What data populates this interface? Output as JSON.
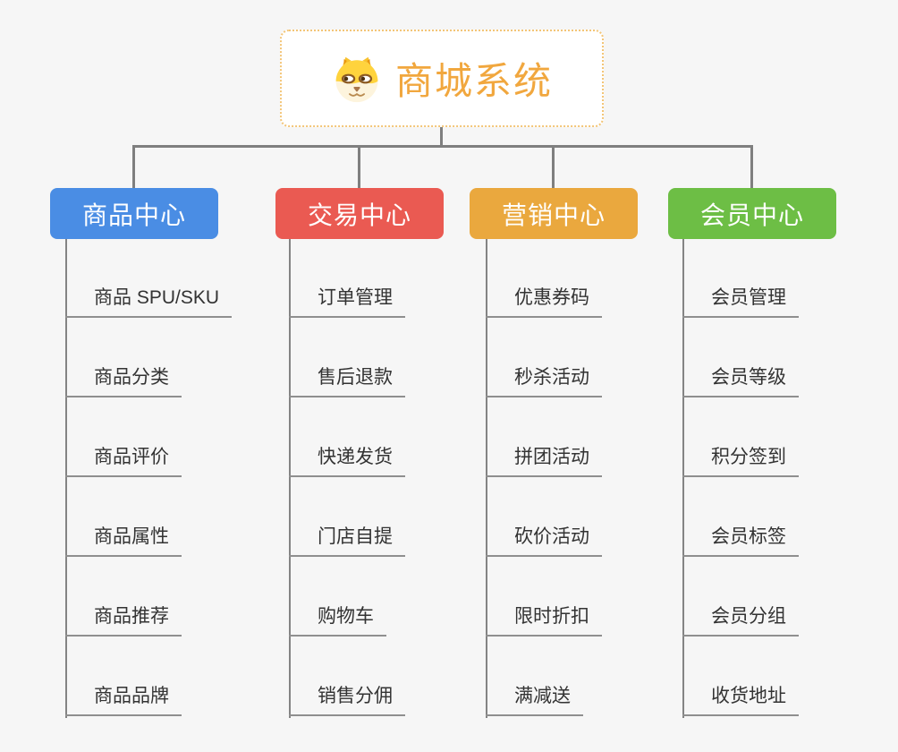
{
  "root": {
    "title": "商城系统",
    "icon": "dog-face-icon",
    "title_color": "#f1a73e",
    "border_color": "#f3c577"
  },
  "colors": {
    "connector_line": "#7f7f7f",
    "leaf_underline": "#8f8f8f",
    "leaf_text": "#333333",
    "page_background": "#f6f6f6"
  },
  "branches": [
    {
      "label": "商品中心",
      "color": "#4a8de4",
      "children": [
        "商品 SPU/SKU",
        "商品分类",
        "商品评价",
        "商品属性",
        "商品推荐",
        "商品品牌"
      ]
    },
    {
      "label": "交易中心",
      "color": "#ea5a52",
      "children": [
        "订单管理",
        "售后退款",
        "快递发货",
        "门店自提",
        "购物车",
        "销售分佣"
      ]
    },
    {
      "label": "营销中心",
      "color": "#eaa83e",
      "children": [
        "优惠券码",
        "秒杀活动",
        "拼团活动",
        "砍价活动",
        "限时折扣",
        "满减送"
      ]
    },
    {
      "label": "会员中心",
      "color": "#6dbe45",
      "children": [
        "会员管理",
        "会员等级",
        "积分签到",
        "会员标签",
        "会员分组",
        "收货地址"
      ]
    }
  ]
}
